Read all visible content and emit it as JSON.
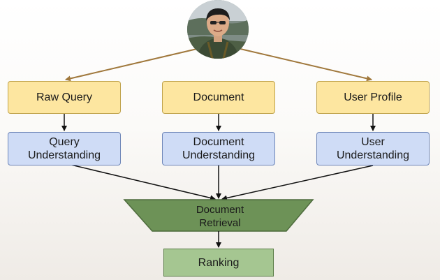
{
  "avatar": {
    "icon": "person-photo-icon"
  },
  "inputs": {
    "raw_query": "Raw Query",
    "document": "Document",
    "user_profile": "User Profile"
  },
  "understanding": {
    "query": "Query\nUnderstanding",
    "document": "Document\nUnderstanding",
    "user": "User\nUnderstanding"
  },
  "retrieval": {
    "label": "Document\nRetrieval"
  },
  "ranking": {
    "label": "Ranking"
  },
  "colors": {
    "input_fill": "#fde6a0",
    "understanding_fill": "#cfdcf6",
    "retrieval_fill": "#6d9257",
    "ranking_fill": "#a5c691",
    "avatar_arrow": "#a0783c"
  }
}
